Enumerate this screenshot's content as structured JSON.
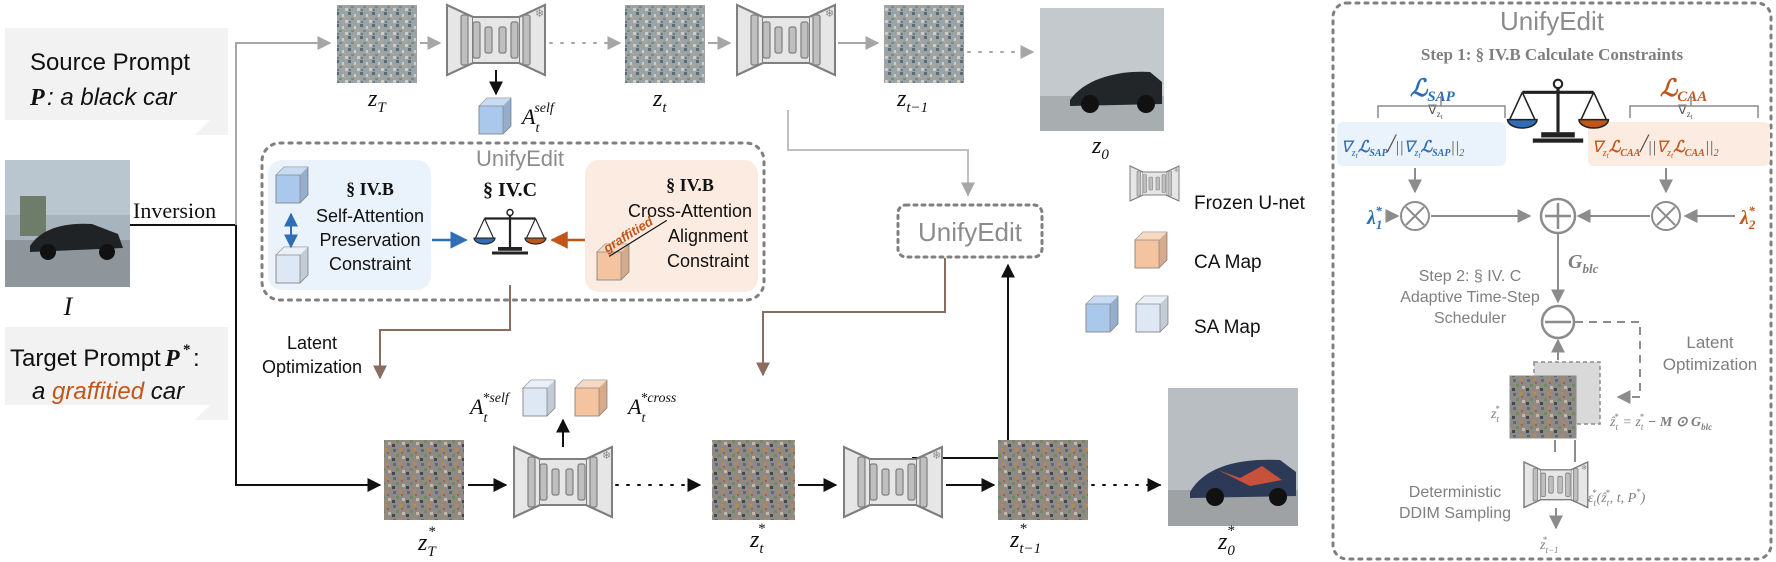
{
  "source_prompt": {
    "heading": "Source Prompt",
    "symbol": "P",
    "text": ": a black car"
  },
  "target_prompt": {
    "heading": "Target Prompt",
    "symbol": "P",
    "superscript": "*",
    "colon": ":",
    "prefix": "a ",
    "edit_word": "graffitied",
    "suffix": " car"
  },
  "input_image_label": "I",
  "inversion_label": "Inversion",
  "latent_labels": {
    "zT": "z",
    "zT_sub": "T",
    "zt": "z",
    "zt_sub": "t",
    "zt1": "z",
    "zt1_sub": "t−1",
    "z0": "z",
    "z0_sub": "0",
    "target_zT": "z",
    "target_zT_sub": "T",
    "target_zt": "z",
    "target_zt_sub": "t",
    "target_zt1": "z",
    "target_zt1_sub": "t−1",
    "target_z0": "z",
    "target_z0_sub": "0",
    "star": "*"
  },
  "attention_labels": {
    "self_base": "A",
    "self_sub": "t",
    "self_sup": "self",
    "tgt_self_sup": "*self",
    "tgt_cross_sup": "*cross"
  },
  "center_panel": {
    "title": "UnifyEdit",
    "sap": {
      "section": "§ IV.B",
      "line1": "Self-Attention",
      "line2": "Preservation",
      "line3": "Constraint"
    },
    "balance_label": "§ IV.C",
    "caa": {
      "section": "§ IV.B",
      "line1": "Cross-Attention",
      "line2": "Alignment",
      "line3": "Constraint",
      "word_tag": "graffitied"
    }
  },
  "unifyedit_box_label": "UnifyEdit",
  "latent_opt_label": {
    "line1": "Latent",
    "line2": "Optimization"
  },
  "legend": {
    "frozen_unet": "Frozen U-net",
    "ca_map": "CA Map",
    "sa_map": "SA Map"
  },
  "right_panel": {
    "title": "UnifyEdit",
    "step1": "Step 1:  § IV.B Calculate Constraints",
    "l_sap": "SAP",
    "l_caa": "CAA",
    "nabla_zt": "∇",
    "nabla_sub": "z",
    "nabla_sub2": "t",
    "norm_sap_l": "∇",
    "norm_caa_l": "∇",
    "lambda1": "λ",
    "lambda1_sub": "1",
    "lambda2": "λ",
    "lambda2_sub": "2",
    "g_blc": "G",
    "g_blc_sub": "blc",
    "step2_line1": "Step 2: § IV. C",
    "step2_line2": "Adaptive Time-Step",
    "step2_line3": "Scheduler",
    "latent_opt_line1": "Latent",
    "latent_opt_line2": "Optimization",
    "update_eq": "= z",
    "update_eq_tail": "− M ⊙ G",
    "ddim_line1": "Deterministic",
    "ddim_line2": "DDIM Sampling",
    "eps_label": "ε",
    "eps_args": "(ẑ",
    "eps_args_tail": ", t, P",
    "out_label": "z"
  },
  "colors": {
    "sap_blue": "#2f6db5",
    "caa_orange": "#c0561a",
    "gray_text": "#7f7f7f",
    "arrow_brown": "#8a6d5e",
    "sa_panel_bg": "#eaf2fb",
    "ca_panel_bg": "#fcebe0"
  }
}
